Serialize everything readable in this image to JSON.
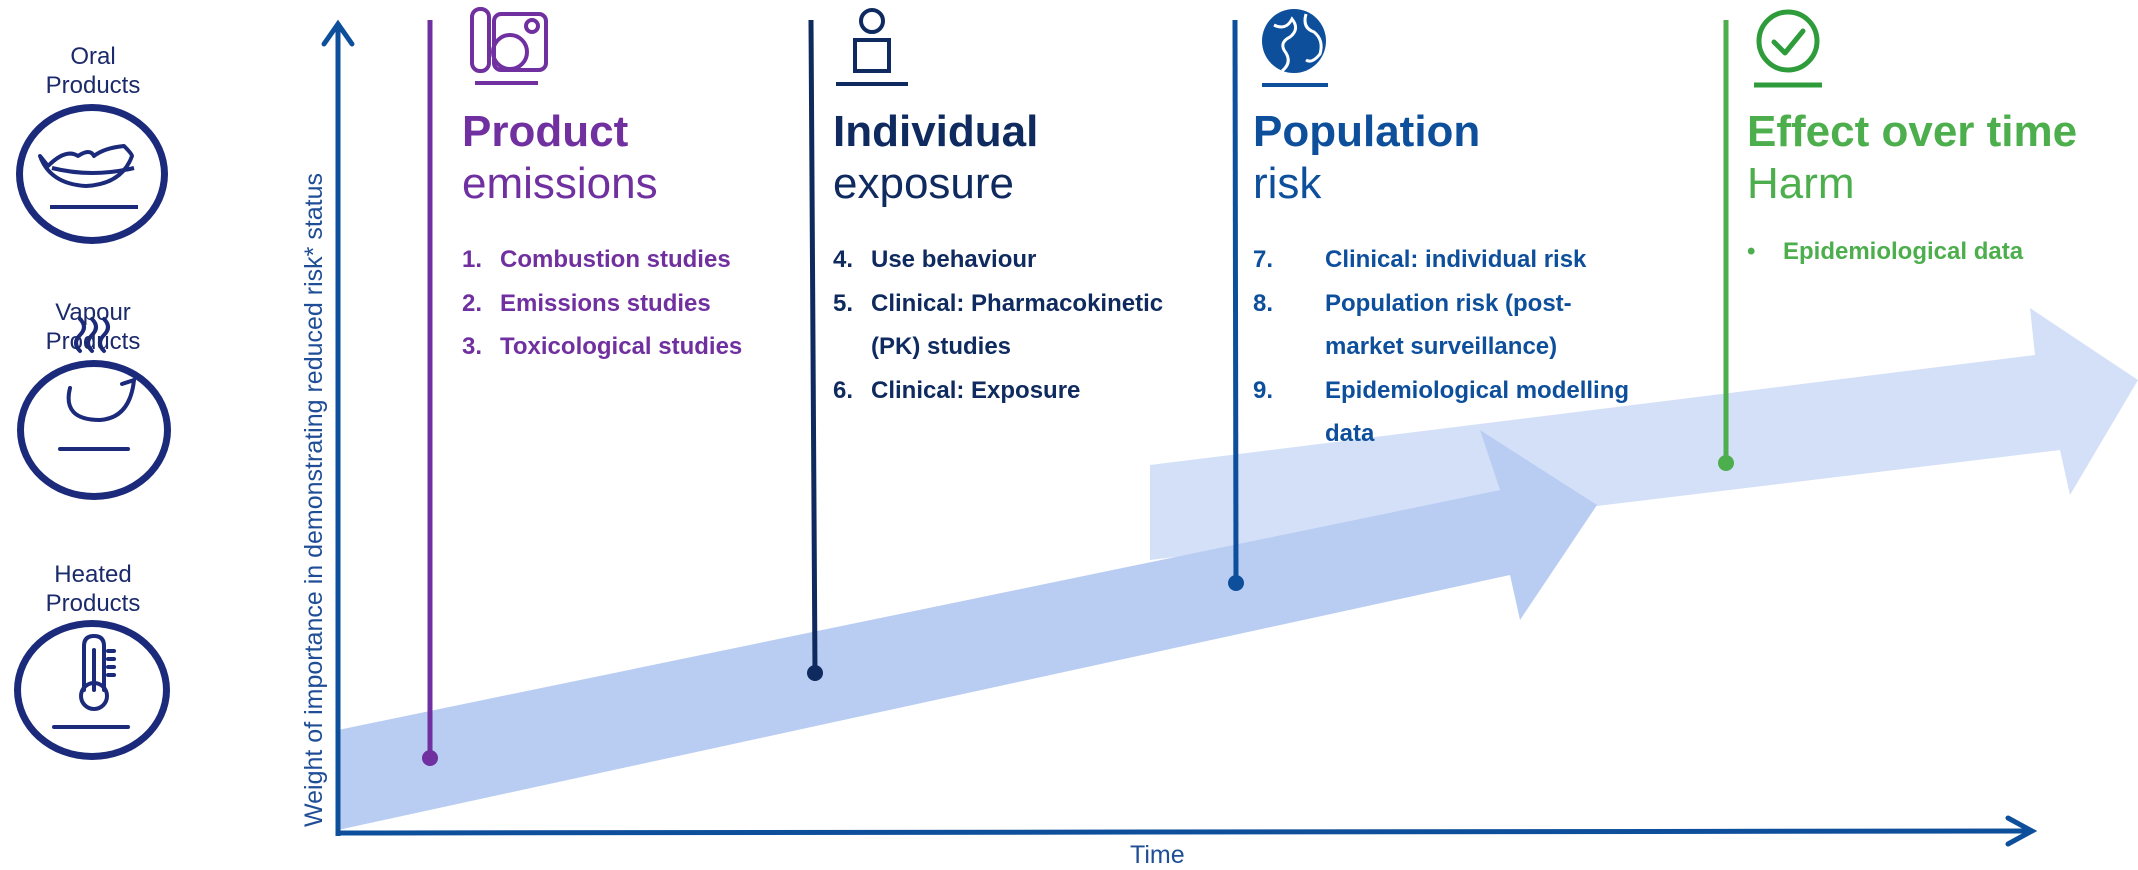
{
  "products": [
    {
      "label_line1": "Oral",
      "label_line2": "Products",
      "icon": "lips-icon"
    },
    {
      "label_line1": "Vapour",
      "label_line2": "Products",
      "icon": "vapour-icon"
    },
    {
      "label_line1": "Heated",
      "label_line2": "Products",
      "icon": "thermometer-icon"
    }
  ],
  "axes": {
    "y_label": "Weight of importance in demonstrating reduced risk* status",
    "x_label": "Time"
  },
  "stages": [
    {
      "title_bold": "Product",
      "title_light": "emissions",
      "color": "#7030a0",
      "icon": "product-devices-icon",
      "items": [
        {
          "num": "1.",
          "text": "Combustion studies"
        },
        {
          "num": "2.",
          "text": "Emissions studies"
        },
        {
          "num": "3.",
          "text": "Toxicological studies"
        }
      ]
    },
    {
      "title_bold": "Individual",
      "title_light": "exposure",
      "color": "#0f2a5e",
      "icon": "person-icon",
      "items": [
        {
          "num": "4.",
          "text": "Use behaviour"
        },
        {
          "num": "5.",
          "text": "Clinical: Pharmacokinetic (PK) studies"
        },
        {
          "num": "6.",
          "text": "Clinical: Exposure"
        }
      ]
    },
    {
      "title_bold": "Population",
      "title_light": "risk",
      "color": "#0e4f9c",
      "icon": "globe-icon",
      "items": [
        {
          "num": "7.",
          "text": "Clinical: individual risk"
        },
        {
          "num": "8.",
          "text": "Population risk (post-market surveillance)"
        },
        {
          "num": "9.",
          "text": "Epidemiological modelling data"
        }
      ]
    },
    {
      "title_bold": "Effect over time",
      "title_light": "Harm",
      "color": "#4cae4c",
      "icon": "check-badge-icon",
      "items": [
        {
          "num": "•",
          "text": "Epidemiological data"
        }
      ]
    }
  ],
  "colors": {
    "axis": "#0e4f9c",
    "arrow_main": "#b9cdf3",
    "arrow_light": "#d4e0f8",
    "product_ring": "#1b2a7a"
  }
}
